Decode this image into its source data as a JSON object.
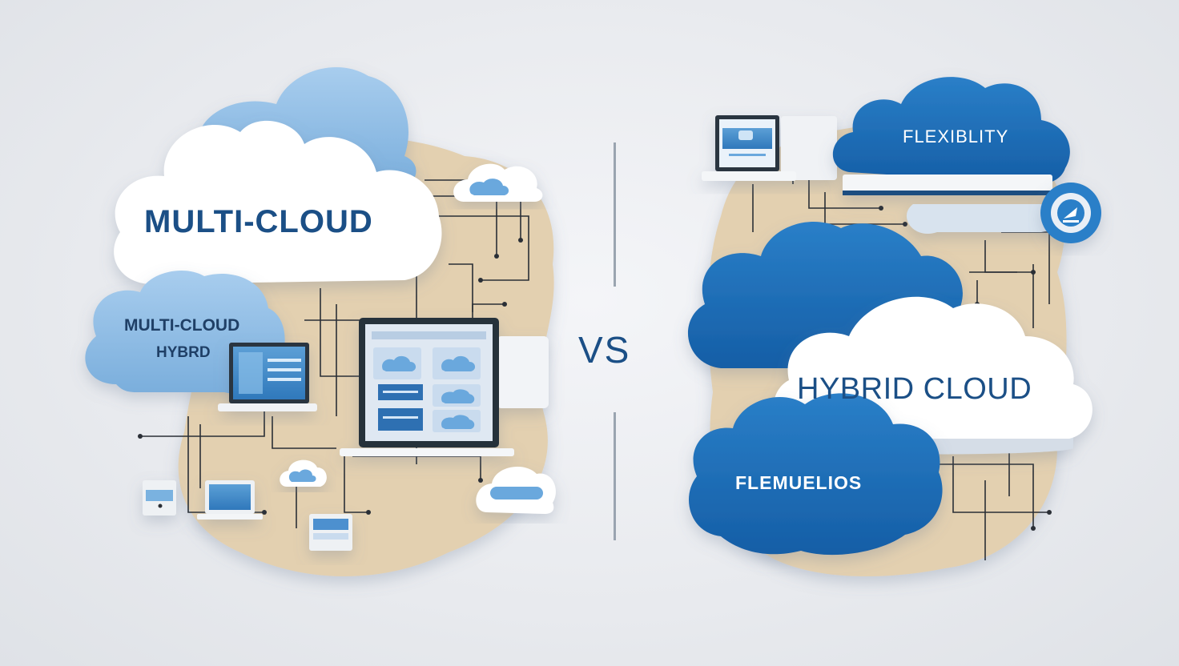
{
  "labels": {
    "multi_cloud_title": "MULTI-CLOUD",
    "multi_cloud_small": "MULTI-CLOUD",
    "hybrid_small": "HYBRD",
    "versus": "VS",
    "flexibility": "FLEXIBLITY",
    "hybrid_cloud_title": "HYBRID CLOUD",
    "flemuelios": "FLEMUELIOS"
  },
  "colors": {
    "blue_dark": "#1b6cb5",
    "blue_light": "#7fb2dd",
    "blue_pale": "#a9cdee",
    "sand": "#e5d3b5",
    "white_cloud": "#ffffff",
    "text_navy": "#1b4f86"
  }
}
